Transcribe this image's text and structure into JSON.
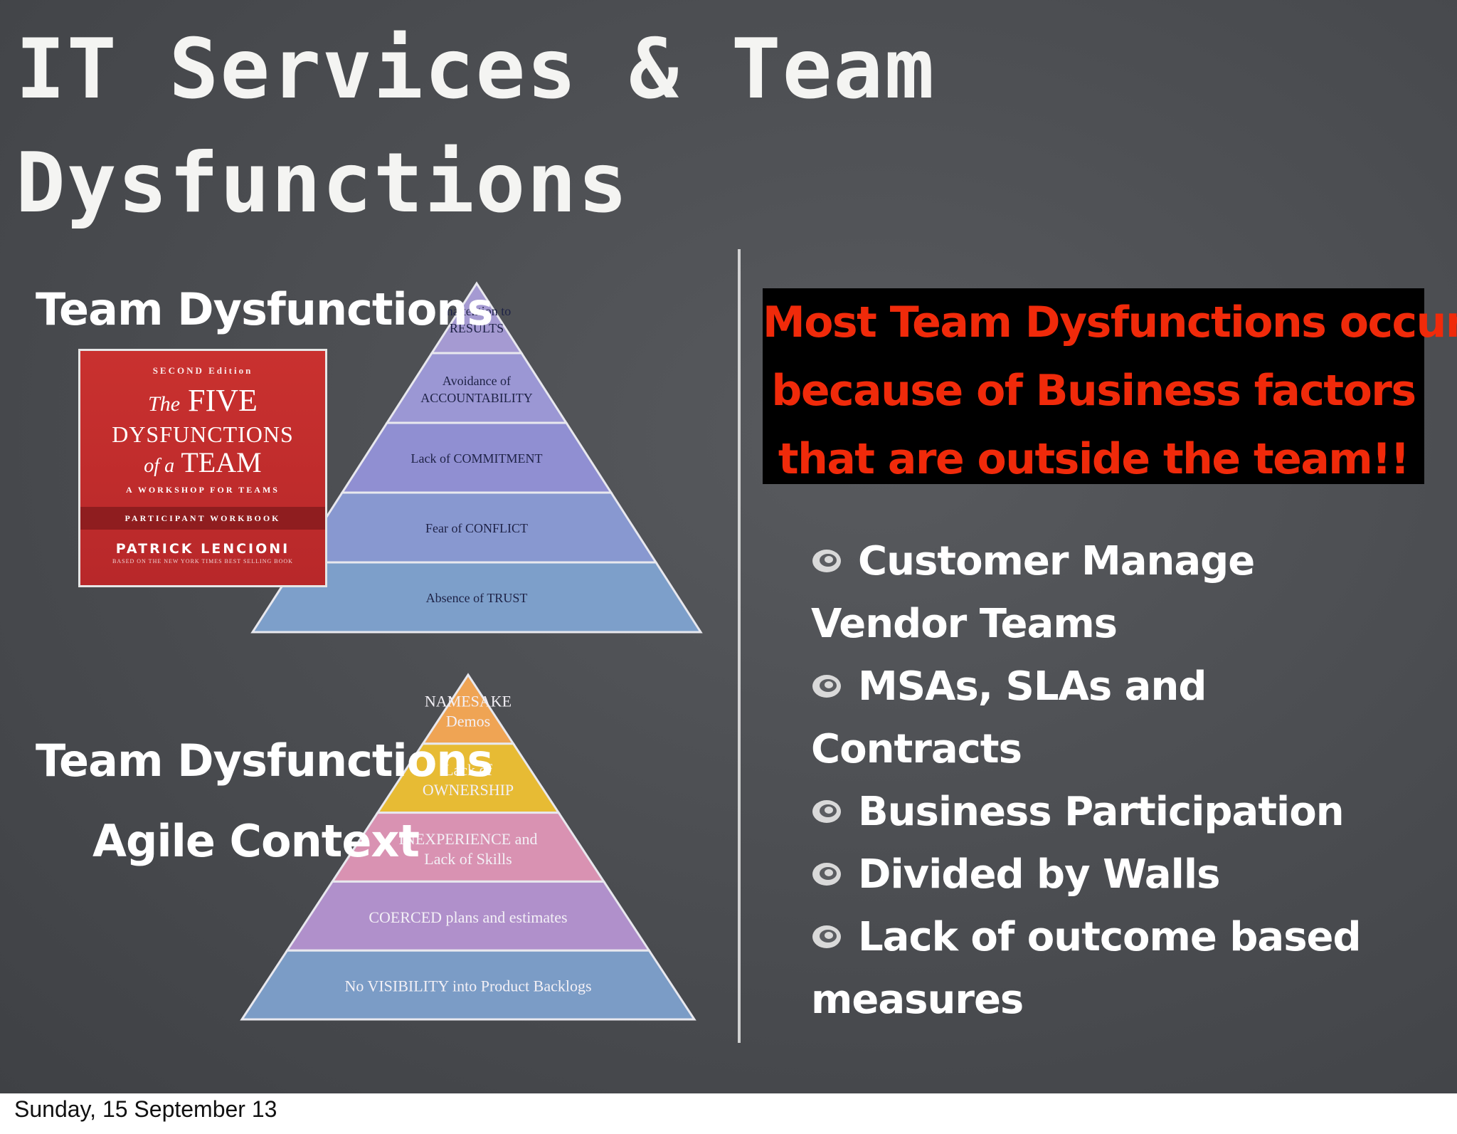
{
  "title": {
    "line1": "IT Services & Team",
    "line2": "Dysfunctions"
  },
  "left": {
    "label1": "Team Dysfunctions",
    "label2": "Team Dysfunctions",
    "label3": "Agile Context",
    "book": {
      "edition": "SECOND Edition",
      "the": "The",
      "five": "FIVE",
      "dysfunctions": "DYSFUNCTIONS",
      "of_a": "of a",
      "team": "TEAM",
      "workshop": "A WORKSHOP FOR TEAMS",
      "band": "PARTICIPANT WORKBOOK",
      "author": "PATRICK LENCIONI",
      "author_sub": "BASED ON THE NEW YORK TIMES BEST SELLING BOOK"
    },
    "pyramid1": {
      "levels": [
        {
          "line1": "Inattention to",
          "line2": "RESULTS",
          "color": "#a59ad2"
        },
        {
          "line1": "Avoidance of",
          "line2": "ACCOUNTABILITY",
          "color": "#9b97d4"
        },
        {
          "line1": "Lack of COMMITMENT",
          "line2": "",
          "color": "#908fd2"
        },
        {
          "line1": "Fear of CONFLICT",
          "line2": "",
          "color": "#8898d0"
        },
        {
          "line1": "Absence of TRUST",
          "line2": "",
          "color": "#7d9fca"
        }
      ]
    },
    "pyramid2": {
      "levels": [
        {
          "line1": "NAMESAKE",
          "line2": "Demos",
          "color": "#efa454"
        },
        {
          "line1": "Lack of",
          "line2": "OWNERSHIP",
          "color": "#e7bb34"
        },
        {
          "line1": "INEXPERIENCE and",
          "line2": "Lack of Skills",
          "color": "#d992b2"
        },
        {
          "line1": "COERCED plans and estimates",
          "line2": "",
          "color": "#b090cb"
        },
        {
          "line1": "No VISIBILITY into Product Backlogs",
          "line2": "",
          "color": "#7b9cc6"
        }
      ]
    }
  },
  "callout": {
    "line1": "Most Team Dysfunctions occur",
    "line2": "because of Business factors",
    "line3": "that are outside the team!!",
    "text_color": "#f02a0a"
  },
  "bullets": {
    "icon": "swirl-bullet-icon",
    "items": [
      "Customer Manage Vendor Teams",
      "MSAs, SLAs and Contracts",
      "Business Participation",
      "Divided by Walls",
      "Lack of outcome based measures"
    ]
  },
  "footer": {
    "date": "Sunday, 15 September 13"
  }
}
